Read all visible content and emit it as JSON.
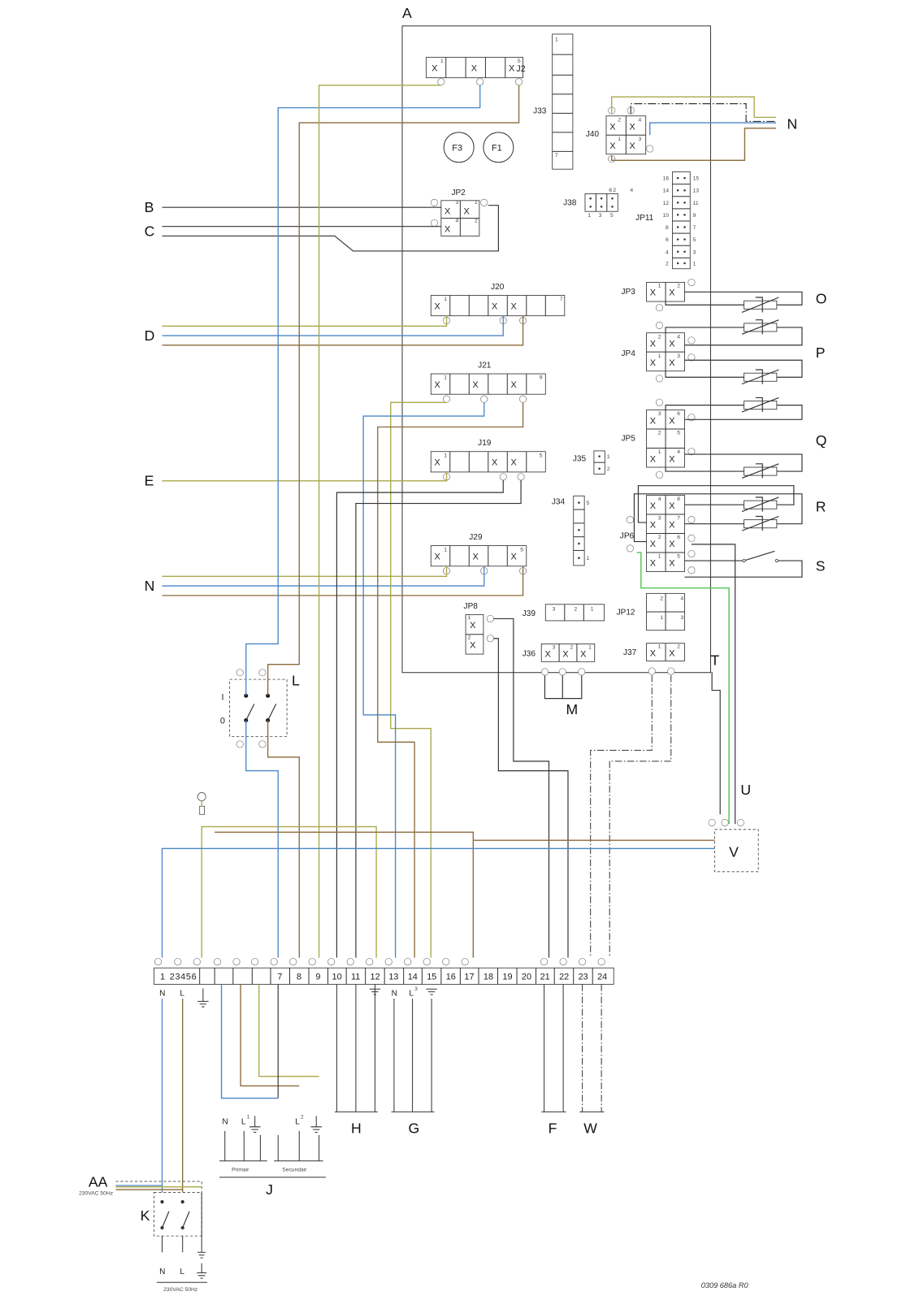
{
  "labels": {
    "A": "A",
    "B": "B",
    "C": "C",
    "D": "D",
    "E": "E",
    "N_left_top": "N",
    "N_left": "N",
    "N_right": "N",
    "O": "O",
    "P": "P",
    "Q": "Q",
    "R": "R",
    "S": "S",
    "T": "T",
    "U": "U",
    "V": "V",
    "L": "L",
    "M": "M",
    "H": "H",
    "G": "G",
    "F": "F",
    "W": "W",
    "J": "J",
    "K": "K",
    "AA": "AA"
  },
  "fuses": {
    "f3": "F3",
    "f1": "F1"
  },
  "connectors": {
    "j2": "J2",
    "j33": "J33",
    "j40": "J40",
    "j38": "J38",
    "jp11": "JP11",
    "jp2": "JP2",
    "j20": "J20",
    "jp3": "JP3",
    "jp4": "JP4",
    "j21": "J21",
    "jp5": "JP5",
    "j19": "J19",
    "j35": "J35",
    "j34": "J34",
    "jp6": "JP6",
    "j29": "J29",
    "jp8": "JP8",
    "j39": "J39",
    "jp12": "JP12",
    "j36": "J36",
    "j37": "J37"
  },
  "switch_l": {
    "i": "I",
    "o": "0"
  },
  "terminals": {
    "t1": "1",
    "t2": "2",
    "t3": "3",
    "t4": "4",
    "t5": "5",
    "t6": "6",
    "t7": "7",
    "t8": "8",
    "t9": "9",
    "t10": "10",
    "t11": "11",
    "t12": "12",
    "t13": "13",
    "t14": "14",
    "t15": "15",
    "t16": "16",
    "t17": "17",
    "t18": "18",
    "t19": "19",
    "t20": "20",
    "t21": "21",
    "t22": "22",
    "t23": "23",
    "t24": "24"
  },
  "block_labels": {
    "n1": "N",
    "l1": "L",
    "n13": "N",
    "l14": "L",
    "sup14": "3"
  },
  "transformer": {
    "n": "N",
    "l": "L",
    "sup1": "1",
    "sup2": "2",
    "primair": "Primair",
    "secundair": "Secundair"
  },
  "mains": {
    "voltage": "230VAC 50Hz",
    "n": "N",
    "l": "L"
  },
  "footer": {
    "ref": "0309 686a R0"
  }
}
